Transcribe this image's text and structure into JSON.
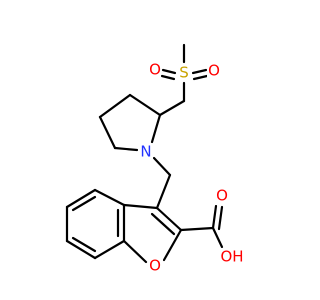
{
  "molecule": {
    "atoms": {
      "sulfur": "S",
      "sulfonyl_oxygen_left": "O",
      "sulfonyl_oxygen_right": "O",
      "pyrrolidine_nitrogen": "N",
      "furan_oxygen": "O",
      "carbonyl_oxygen": "O",
      "hydroxyl": "OH"
    },
    "colors": {
      "bond": "#000000",
      "sulfur": "#c9a300",
      "oxygen": "#ff0000",
      "nitrogen": "#2233ff"
    }
  }
}
